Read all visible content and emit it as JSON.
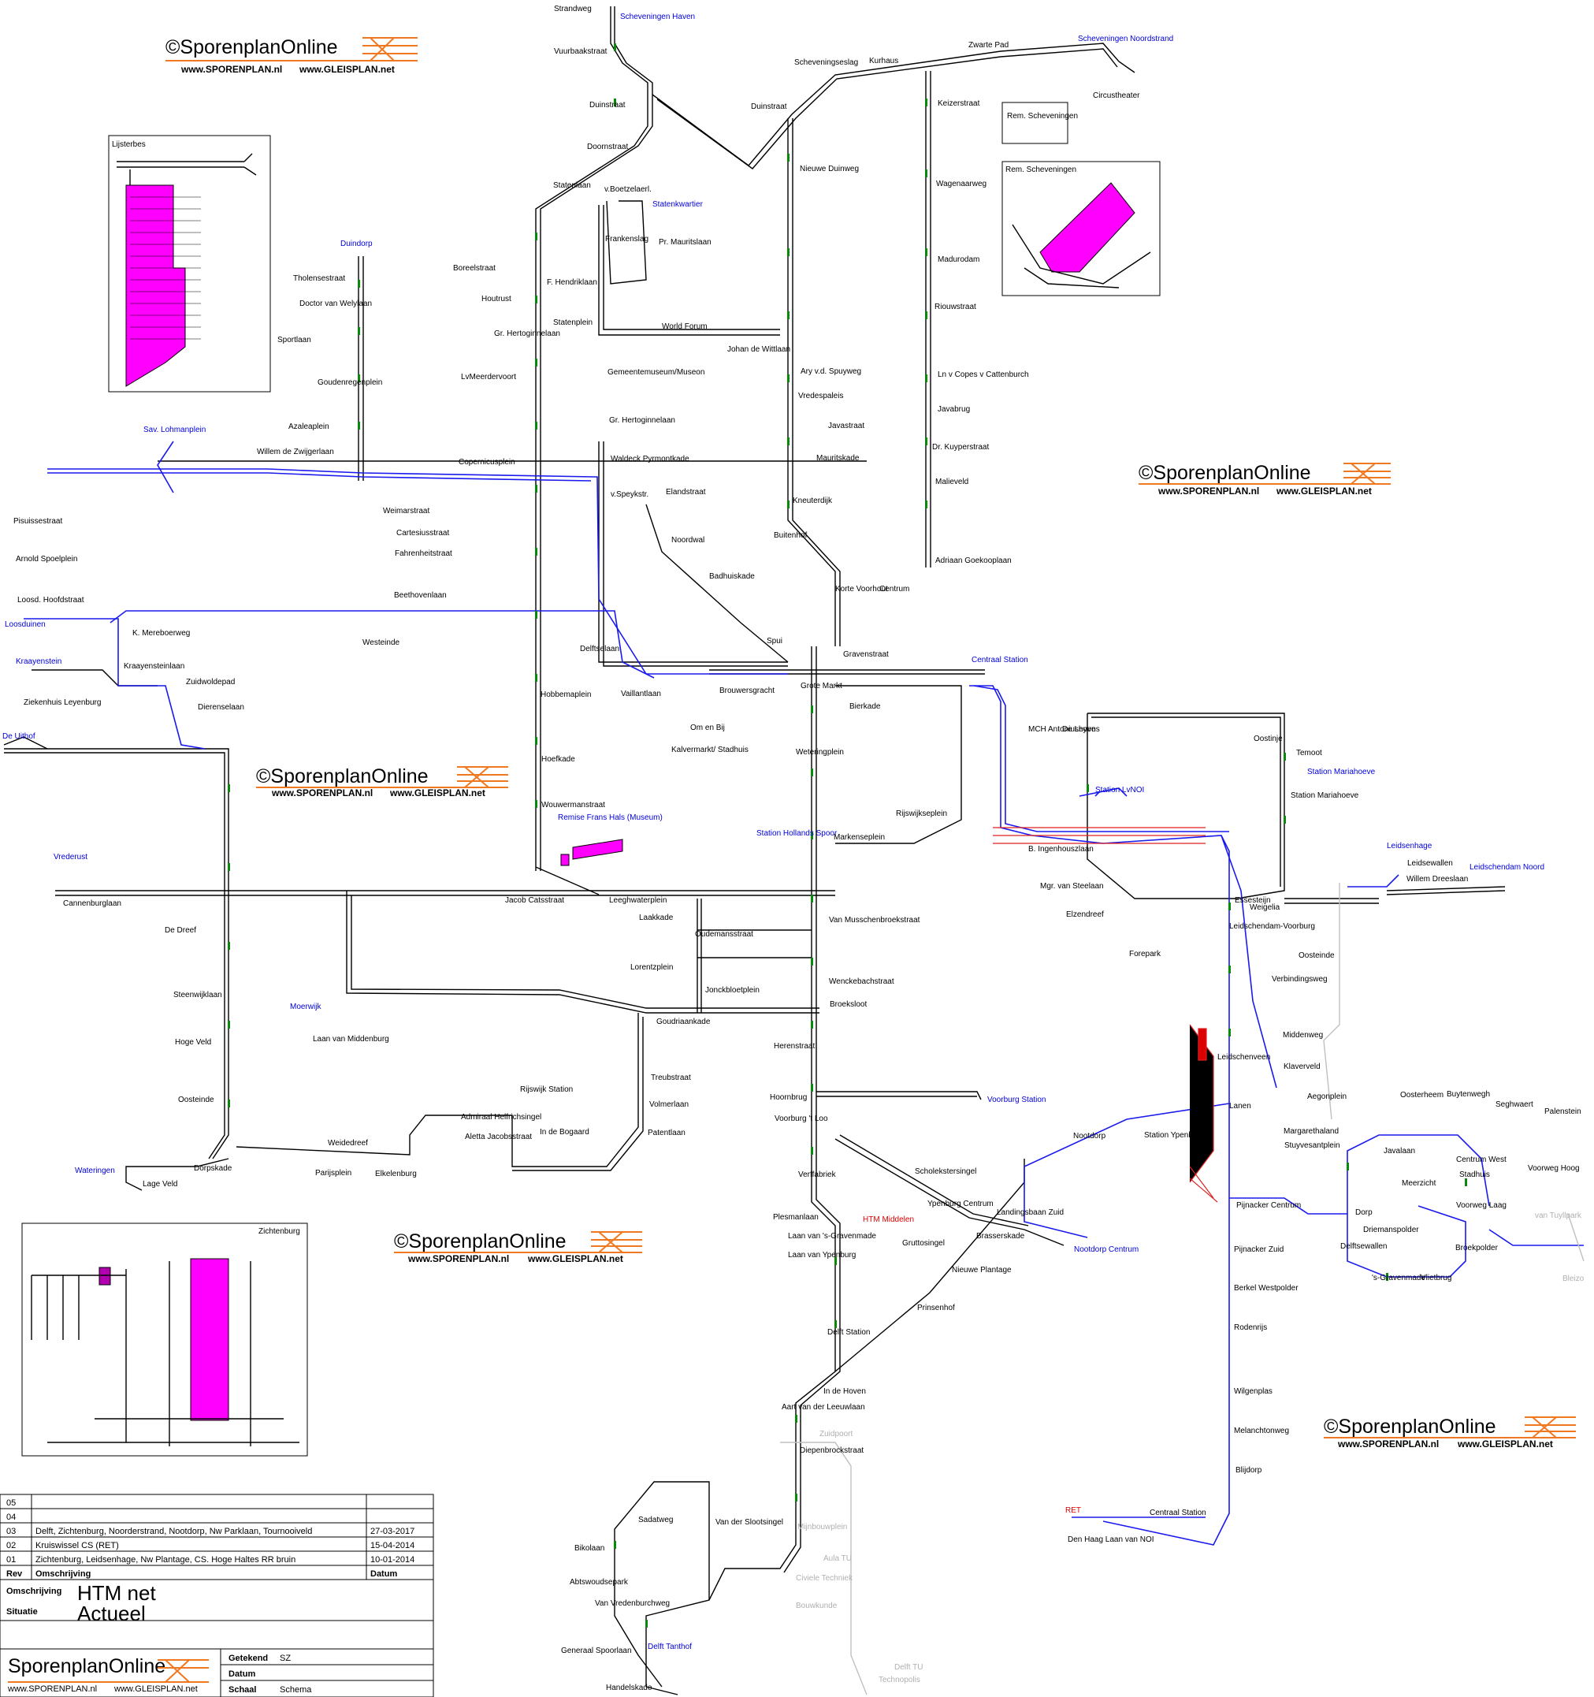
{
  "logo": {
    "brand": "©SporenplanOnline",
    "brand_plain": "SporenplanOnline",
    "url1": "www.SPORENPLAN.nl",
    "url2": "www.GLEISPLAN.net"
  },
  "insets": {
    "lijsterbes": "Lijsterbes",
    "scheveningen_small": "Rem. Scheveningen",
    "scheveningen": "Rem. Scheveningen",
    "zichtenburg": "Zichtenburg"
  },
  "colors": {
    "tram_line": "#000000",
    "randstadrail_line": "#1a1aee",
    "platform": "#0a8a0a",
    "switch": "#dd0000",
    "depot": "#ff00ff",
    "out_of_service": "#c0c0c0",
    "metro_stop": "#990033"
  },
  "titleblock": {
    "revisions": [
      {
        "rev": "05",
        "desc": "",
        "date": ""
      },
      {
        "rev": "04",
        "desc": "",
        "date": ""
      },
      {
        "rev": "03",
        "desc": "Delft, Zichtenburg, Noorderstrand, Nootdorp, Nw Parklaan, Tournooiveld",
        "date": "27-03-2017"
      },
      {
        "rev": "02",
        "desc": "Kruiswissel CS (RET)",
        "date": "15-04-2014"
      },
      {
        "rev": "01",
        "desc": "Zichtenburg, Leidsenhage, Nw Plantage, CS. Hoge Haltes RR bruin",
        "date": "10-01-2014"
      }
    ],
    "rev_header": "Rev",
    "desc_header": "Omschrijving",
    "date_header": "Datum",
    "omschrijving_label": "Omschrijving",
    "omschrijving_value": "HTM net",
    "situatie_label": "Situatie",
    "situatie_value": "Actueel",
    "getekend_label": "Getekend",
    "getekend_value": "SZ",
    "datum_label": "Datum",
    "schaal_label": "Schaal",
    "schaal_value": "Schema"
  },
  "labels": {
    "blue": [
      "Scheveningen Haven",
      "Scheveningen Noordstrand",
      "Statenkwartier",
      "Duindorp",
      "Sav. Lohmanplein",
      "Loosduinen",
      "Kraayenstein",
      "De Uithof",
      "Centraal Station",
      "Station Mariahoeve",
      "Station LvNOI",
      "Leidsenhage",
      "Leidschendam Noord",
      "Remise Frans Hals (Museum)",
      "Station Hollands Spoor",
      "Vrederust",
      "Moerwijk",
      "Voorburg Station",
      "Wateringen",
      "Nootdorp Centrum",
      "Delft Tanthof"
    ],
    "red": [
      "HTM Middelen",
      "RET"
    ],
    "grey": [
      "Zuidpoort",
      "Mijnbouwplein",
      "Aula TU",
      "Civiele Techniek",
      "Bouwkunde",
      "Technopolis",
      "Delft TU",
      "van Tuyllpark",
      "Bleizo"
    ],
    "black": [
      "Strandweg",
      "Vuurbaakstraat",
      "Duinstraat",
      "Doornstraat",
      "Statenlaan",
      "v.Boetzelaerl.",
      "Frankenslag",
      "Pr. Mauritslaan",
      "F. Hendriklaan",
      "Statenplein",
      "World Forum",
      "Johan de Wittlaan",
      "Gemeentemuseum/Museon",
      "Gr. Hertoginnelaan",
      "Waldeck Pyrmontkade",
      "v.Speykstr.",
      "Elandstraat",
      "Noordwal",
      "Badhuiskade",
      "Scheveningseslag",
      "Kurhaus",
      "Zwarte Pad",
      "Circustheater",
      "Keizerstraat",
      "Duinstraat",
      "Nieuwe Duinweg",
      "Wagenaarweg",
      "Madurodam",
      "Riouwstraat",
      "Ln v Copes v Cattenburch",
      "Javabrug",
      "Dr. Kuyperstraat",
      "Malieveld",
      "Adriaan Goekooplaan",
      "Ary v.d. Spuyweg",
      "Vredespaleis",
      "Javastraat",
      "Mauritskade",
      "Kneuterdijk",
      "Buitenhof",
      "Korte Voorhout",
      "Centrum",
      "Gravenstraat",
      "Spui",
      "Grote Markt",
      "Brouwersgracht",
      "Vaillantlaan",
      "Om en Bij",
      "Kalvermarkt/ Stadhuis",
      "Bierkade",
      "Weteringplein",
      "Rijswijkseplein",
      "Markenseplein",
      "Tholensestraat",
      "Doctor van Welylaan",
      "Sportlaan",
      "Goudenregenplein",
      "Azaleaplein",
      "Willem de Zwijgerlaan",
      "Boreelstraat",
      "Houtrust",
      "Gr. Hertoginnelaan",
      "LvMeerdervoort",
      "Copernicusplein",
      "Weimarstraat",
      "Cartesiusstraat",
      "Fahrenheitstraat",
      "Beethovenlaan",
      "Pisuissestraat",
      "Arnold Spoelplein",
      "Loosd. Hoofdstraat",
      "K. Mereboerweg",
      "Kraayensteinlaan",
      "Ziekenhuis Leyenburg",
      "Zuidwoldepad",
      "Dierenselaan",
      "Westeinde",
      "Delftselaan",
      "Hobbemaplein",
      "Hoefkade",
      "Wouwermanstraat",
      "Jacob Catsstraat",
      "Leeghwaterplein",
      "Laakkade",
      "Oudemansstraat",
      "Lorentzplein",
      "Jonckbloetplein",
      "Goudriaankade",
      "Van Musschenbroekstraat",
      "Wenckebachstraat",
      "Broeksloot",
      "Herenstraat",
      "Hoornbrug",
      "Voorburg 't Loo",
      "Leidschendam-Voorburg",
      "Forepark",
      "Leidschenveen",
      "Lanen",
      "Station Ypenburg",
      "Nootdorp",
      "Pijnacker Centrum",
      "Pijnacker Zuid",
      "Berkel Westpolder",
      "Rodenrijs",
      "Wilgenplas",
      "Melanchtonweg",
      "Blijdorp",
      "Centraal Station",
      "Den Haag Laan van NOI",
      "B. Ingenhouszlaan",
      "Mgr. van Steelaan",
      "Elzendreef",
      "Essesteijn",
      "Weigelia",
      "Oosteinde",
      "Verbindingsweg",
      "Middenweg",
      "Klaverveld",
      "Aegonplein",
      "Margarethaland",
      "Stuyvesantplein",
      "Station Mariahoeve",
      "Temoot",
      "Oostinje",
      "MCH Antoniushove",
      "De Leyens",
      "Leidsewallen",
      "Willem Dreeslaan",
      "Oosterheem",
      "Buytenwegh",
      "Seghwaert",
      "Palenstein",
      "Javalaan",
      "Centrum West",
      "Stadhuis",
      "Voorweg Hoog",
      "Voorweg Laag",
      "Meerzicht",
      "Dorp",
      "Driemanspolder",
      "Delftsewallen",
      "Broekpolder",
      "'s-Gravenmade",
      "Vlietbrug",
      "Verffabriek",
      "Plesmanlaan",
      "Laan van 's-Gravenmade",
      "Laan van Ypenburg",
      "Gruttosingel",
      "Scholekstersingel",
      "Ypenburg Centrum",
      "Landingsbaan Zuid",
      "Brasserskade",
      "Nieuwe Plantage",
      "Prinsenhof",
      "Delft Station",
      "In de Hoven",
      "Aart van der Leeuwlaan",
      "Diepenbrockstraat",
      "Van der Slootsingel",
      "Sadatweg",
      "Bikolaan",
      "Abtswoudsepark",
      "Van Vredenburchweg",
      "Generaal Spoorlaan",
      "Handelskade",
      "Treubstraat",
      "Volmerlaan",
      "Patentlaan",
      "In de Bogaard",
      "Rijswijk Station",
      "Admiraal Helfrichsingel",
      "Aletta Jacobsstraat",
      "Weidedreef",
      "Elkelenburg",
      "Parijsplein",
      "Dorpskade",
      "Lage Veld",
      "Oosteinde",
      "Hoge Veld",
      "Steenwijklaan",
      "De Dreef",
      "Cannenburglaan",
      "Laan van Middenburg"
    ]
  }
}
